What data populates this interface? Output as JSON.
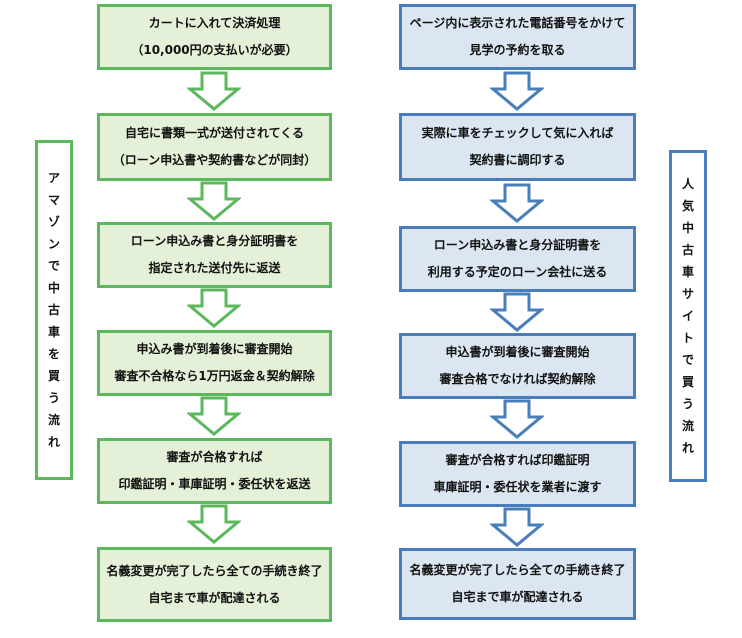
{
  "left_label": "アマゾンで中古車を買う流れ",
  "right_label": "人気中古車サイトで買う流れ",
  "left_steps": [
    {
      "lines": [
        "カートに入れて決済処理",
        "（10,000円の支払いが必要）"
      ]
    },
    {
      "lines": [
        "自宅に書類一式が送付されてくる",
        "（ローン申込書や契約書などが同封）"
      ]
    },
    {
      "lines": [
        "ローン申込み書と身分証明書を",
        "指定された送付先に返送"
      ]
    },
    {
      "lines": [
        "申込み書が到着後に審査開始",
        "審査不合格なら1万円返金＆契約解除"
      ]
    },
    {
      "lines": [
        "審査が合格すれば",
        "印鑑証明・車庫証明・委任状を返送"
      ]
    },
    {
      "lines": [
        "名義変更が完了したら全ての手続き終了",
        "自宅まで車が配達される"
      ]
    }
  ],
  "right_steps": [
    {
      "lines": [
        "ページ内に表示された電話番号をかけて",
        "見学の予約を取る"
      ]
    },
    {
      "lines": [
        "実際に車をチェックして気に入れば",
        "契約書に調印する"
      ]
    },
    {
      "lines": [
        "ローン申込み書と身分証明書を",
        "利用する予定のローン会社に送る"
      ]
    },
    {
      "lines": [
        "申込書が到着後に審査開始",
        "審査合格でなければ契約解除"
      ]
    },
    {
      "lines": [
        "審査が合格すれば印鑑証明",
        "車庫証明・委任状を業者に渡す"
      ]
    },
    {
      "lines": [
        "名義変更が完了したら全ての手続き終了",
        "自宅まで車が配達される"
      ]
    }
  ],
  "colors": {
    "green_border": "#5cb85c",
    "green_fill": "#e4f1d8",
    "blue_border": "#4a7ebb",
    "blue_fill": "#dce6f2",
    "arrow_fill": "#ffffff"
  }
}
